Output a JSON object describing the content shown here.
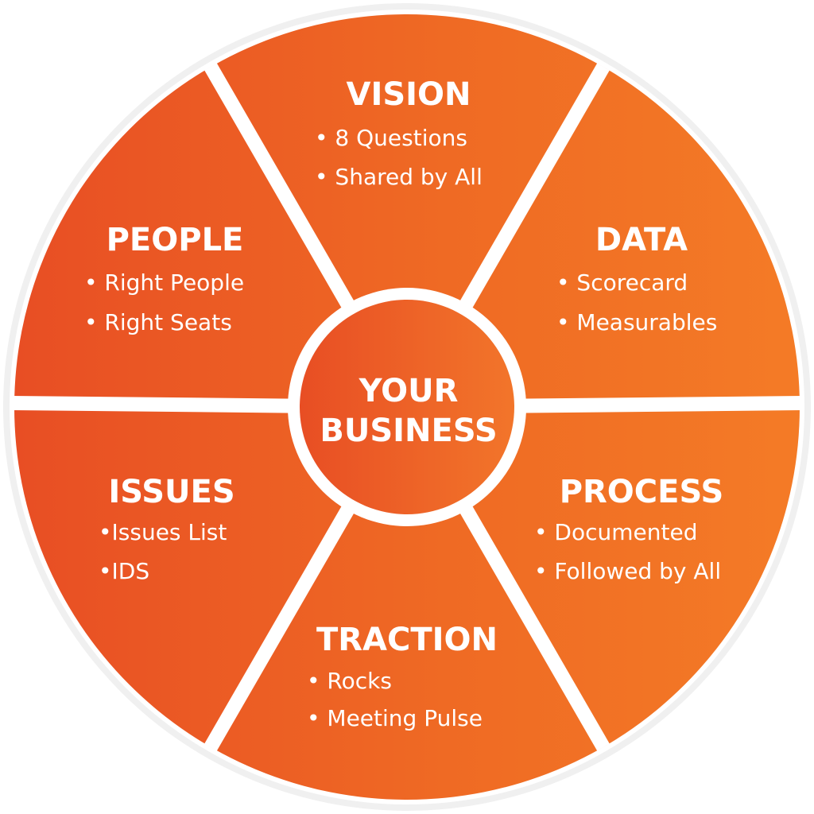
{
  "center": {
    "line1": "YOUR",
    "line2": "BUSINESS"
  },
  "segments": [
    {
      "key": "vision",
      "title": "VISION",
      "items": [
        "8 Questions",
        "Shared by All"
      ]
    },
    {
      "key": "data",
      "title": "DATA",
      "items": [
        "Scorecard",
        "Measurables"
      ]
    },
    {
      "key": "process",
      "title": "PROCESS",
      "items": [
        "Documented",
        "Followed by All"
      ]
    },
    {
      "key": "traction",
      "title": "TRACTION",
      "items": [
        "Rocks",
        "Meeting Pulse"
      ]
    },
    {
      "key": "issues",
      "title": "ISSUES",
      "items": [
        "Issues List",
        "IDS"
      ]
    },
    {
      "key": "people",
      "title": "PEOPLE",
      "items": [
        "Right People",
        "Right Seats"
      ]
    }
  ],
  "colors": {
    "orange_light": "#F47B26",
    "orange_mid": "#EF6A24",
    "orange_dark": "#E84E24",
    "divider": "#FFFFFF",
    "outline": "#F0F0F0"
  }
}
